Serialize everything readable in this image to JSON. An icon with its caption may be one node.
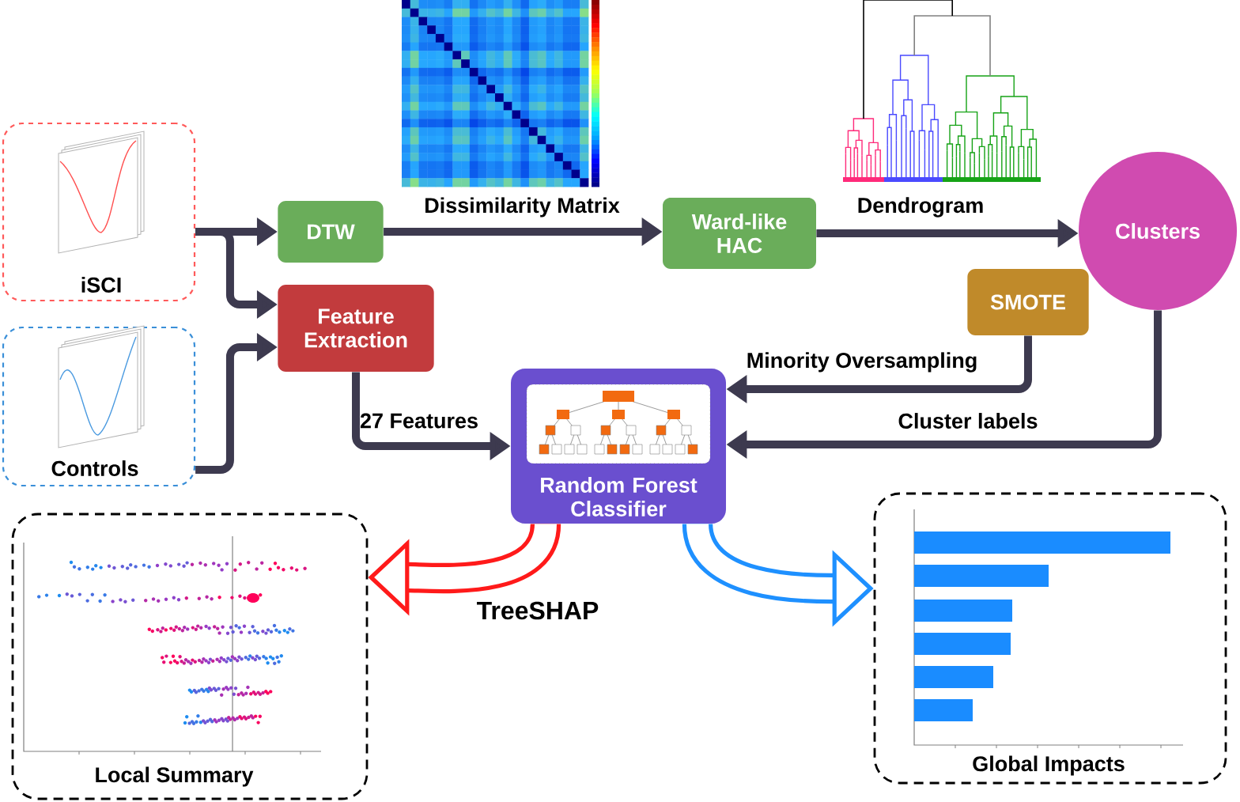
{
  "diagram": {
    "nodes": [
      {
        "text": [
          "iSCI"
        ]
      },
      {
        "text": [
          "Controls"
        ]
      },
      {
        "text": [
          "DTW"
        ]
      },
      {
        "text": [
          "Feature Extraction"
        ]
      },
      {
        "text": [
          "Ward-like HAC"
        ]
      },
      {
        "text": [
          "Clusters"
        ]
      },
      {
        "text": [
          "SMOTE"
        ]
      },
      {
        "text": [
          "Random Forest Classifier"
        ]
      },
      {
        "text": [
          "Local Summary"
        ]
      },
      {
        "text": [
          "Global Impacts"
        ]
      }
    ],
    "edges": [
      {
        "from": 0,
        "to": 2,
        "arrow": "to"
      },
      {
        "from": 0,
        "to": 3,
        "arrow": "to"
      },
      {
        "from": 1,
        "to": 3,
        "arrow": "to"
      },
      {
        "from": 2,
        "to": 4,
        "arrow": "to",
        "label": "Dissimilarity Matrix"
      },
      {
        "from": 4,
        "to": 5,
        "arrow": "to",
        "label": "Dendrogram"
      },
      {
        "from": 3,
        "to": 7,
        "arrow": "to",
        "label": "27 Features"
      },
      {
        "from": 6,
        "to": 7,
        "arrow": "to",
        "label": "Minority Oversampling"
      },
      {
        "from": 5,
        "to": 7,
        "arrow": "to",
        "label": "Cluster labels"
      },
      {
        "from": 7,
        "to": 8,
        "arrow": "to",
        "style": "thick",
        "color": "#ff1a1a"
      },
      {
        "from": 7,
        "to": 9,
        "arrow": "to",
        "style": "thick",
        "color": "#1e90ff"
      }
    ],
    "labels": [
      "TreeSHAP"
    ]
  }
}
